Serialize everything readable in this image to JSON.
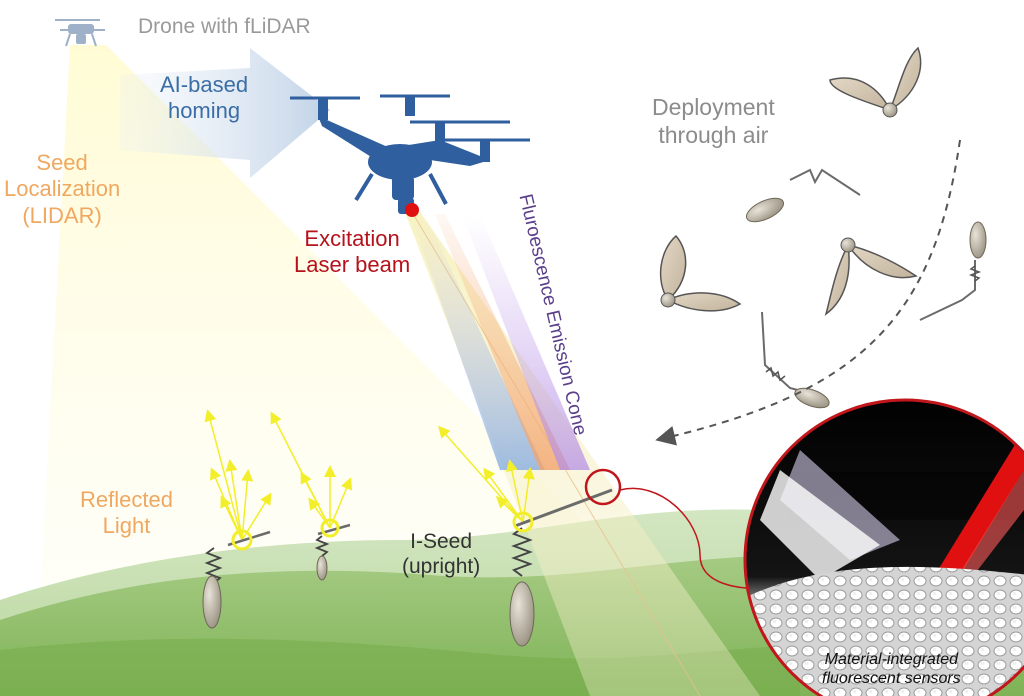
{
  "labels": {
    "drone": "Drone with fLiDAR",
    "homing": [
      "AI-based",
      "homing"
    ],
    "seed_localization": [
      "Seed",
      "Localization",
      "(LIDAR)"
    ],
    "excitation": [
      "Excitation",
      "Laser beam"
    ],
    "emission_cone": "Fluroescence Emission Cone",
    "deployment": [
      "Deployment",
      "through air"
    ],
    "reflected": [
      "Reflected",
      "Light"
    ],
    "iseed": [
      "I-Seed",
      "(upright)"
    ],
    "sensors": [
      "Material-integrated",
      "fluorescent sensors"
    ]
  },
  "colors": {
    "drone_text": "#9a9a9a",
    "homing_text": "#3a6ea5",
    "drone_blue": "#2f5f9e",
    "seed_text": "#f0a860",
    "laser_text": "#b5121b",
    "emission_text": "#5b3f8a",
    "deployment_text": "#8c8c8c",
    "reflected_text": "#f0a860",
    "iseed_text": "#333333",
    "sensor_text": "#111111",
    "laser_red": "#e01010",
    "ground_green": "#8fbf6a",
    "reflection_yellow": "#f2ee2a",
    "seed_body": "#bdb6a6"
  }
}
